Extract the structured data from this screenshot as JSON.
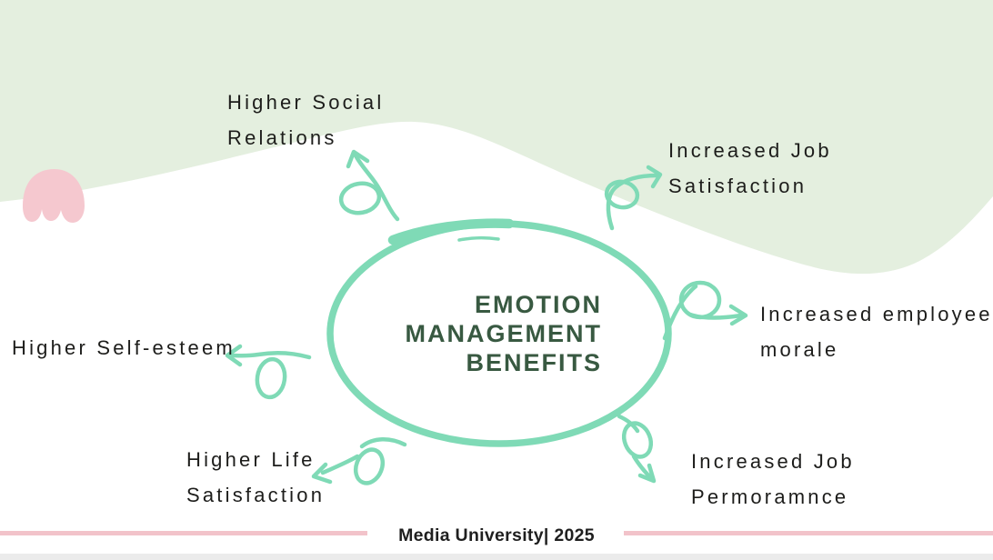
{
  "slide": {
    "center": {
      "lines": [
        "EMOTION",
        "MANAGEMENT",
        "BENEFITS"
      ]
    },
    "benefits": [
      {
        "id": "higher-social-relations",
        "lines": [
          "Higher Social",
          "Relations"
        ]
      },
      {
        "id": "increased-job-satisfaction",
        "lines": [
          "Increased Job",
          "Satisfaction"
        ]
      },
      {
        "id": "increased-employee-morale",
        "lines": [
          "Increased employee",
          "morale"
        ]
      },
      {
        "id": "increased-job-performance",
        "lines": [
          "Increased Job",
          "Permoramnce"
        ]
      },
      {
        "id": "higher-life-satisfaction",
        "lines": [
          "Higher Life",
          "Satisfaction"
        ]
      },
      {
        "id": "higher-self-esteem",
        "lines": [
          "Higher Self-esteem"
        ]
      }
    ],
    "arrows": [
      "curly-arrow-up-left-to-higher-social-relations",
      "curly-arrow-up-right-to-increased-job-satisfaction",
      "curly-arrow-right-to-increased-employee-morale",
      "curly-arrow-down-right-to-increased-job-performance",
      "curly-arrow-down-left-to-higher-life-satisfaction",
      "curly-arrow-left-to-higher-self-esteem"
    ],
    "footer": {
      "text": "Media University| 2025"
    },
    "colors": {
      "background": "#ffffff",
      "wave_green": "#e4efdf",
      "mint_accent": "#7fdab6",
      "title_dark_green": "#385941",
      "label_text": "#1d1d1b",
      "pink_shape": "#f5c8cf",
      "pink_rule": "#f2c3ca",
      "bottom_strip": "#ebebeb"
    }
  }
}
